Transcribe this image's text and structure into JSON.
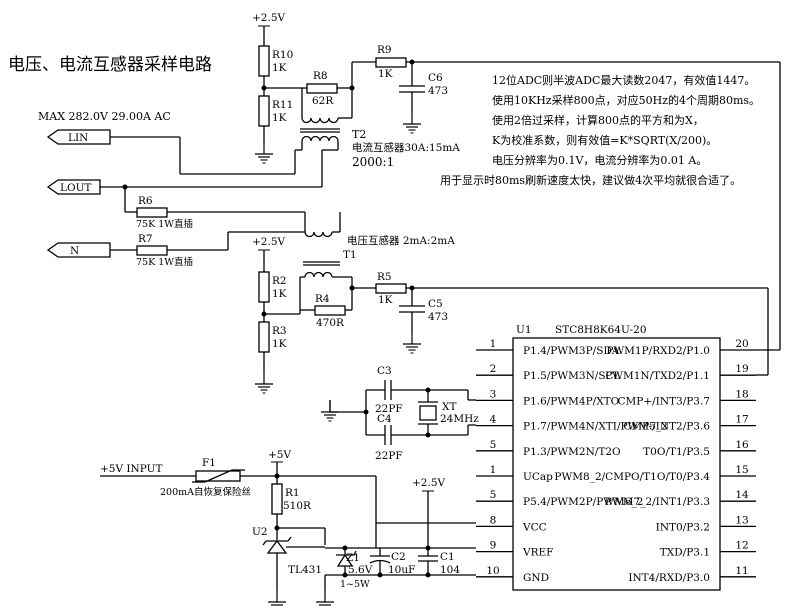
{
  "title": "电压、电流互感器采样电路",
  "max_rating": "MAX 282.0V 29.00A AC",
  "notes": [
    "12位ADC则半波ADC最大读数2047，有效值1447。",
    "使用10KHz采样800点，对应50Hz的4个周期80ms。",
    "使用2倍过采样，计算800点的平方和为X，",
    "K为校准系数，则有效值=K*SQRT(X/200)。",
    "电压分辨率为0.1V，电流分辨率为0.01 A。",
    "用于显示时80ms刷新速度太快，建议做4次平均就很合适了。"
  ],
  "ports": {
    "lin": "LIN",
    "lout": "LOUT",
    "n": "N"
  },
  "supplies": {
    "p25": "+2.5V",
    "p5": "+5V",
    "p5_input": "+5V INPUT"
  },
  "components": {
    "r10": {
      "ref": "R10",
      "value": "1K"
    },
    "r11": {
      "ref": "R11",
      "value": "1K"
    },
    "r8": {
      "ref": "R8",
      "value": "62R"
    },
    "r9": {
      "ref": "R9",
      "value": "1K"
    },
    "c6": {
      "ref": "C6",
      "value": "473"
    },
    "t2": {
      "ref": "T2",
      "desc": "电流互感器30A:15mA",
      "ratio": "2000:1"
    },
    "r6": {
      "ref": "R6",
      "value": "75K 1W直插"
    },
    "r7": {
      "ref": "R7",
      "value": "75K 1W直插"
    },
    "t1": {
      "ref": "T1",
      "desc": "电压互感器 2mA:2mA"
    },
    "r2": {
      "ref": "R2",
      "value": "1K"
    },
    "r3": {
      "ref": "R3",
      "value": "1K"
    },
    "r4": {
      "ref": "R4",
      "value": "470R"
    },
    "r5": {
      "ref": "R5",
      "value": "1K"
    },
    "c5": {
      "ref": "C5",
      "value": "473"
    },
    "c3": {
      "ref": "C3",
      "value": "22PF"
    },
    "c4": {
      "ref": "C4",
      "value": "22PF"
    },
    "xt": {
      "ref": "XT",
      "value": "24MHz"
    },
    "f1": {
      "ref": "F1",
      "value": "200mA自恢复保险丝"
    },
    "r1": {
      "ref": "R1",
      "value": "510R"
    },
    "u2": {
      "ref": "U2",
      "value": "TL431"
    },
    "z1": {
      "ref": "Z1",
      "value": "5.6V",
      "extra": "1~5W"
    },
    "c2": {
      "ref": "C2",
      "value": "10uF"
    },
    "c1": {
      "ref": "C1",
      "value": "104"
    }
  },
  "mcu": {
    "ref": "U1",
    "part": "STC8H8K64U-20",
    "left_pins": [
      {
        "num": "1",
        "name": "P1.4/PWM3P/SDA"
      },
      {
        "num": "2",
        "name": "P1.5/PWM3N/SCL"
      },
      {
        "num": "3",
        "name": "P1.6/PWM4P/XTO"
      },
      {
        "num": "4",
        "name": "P1.7/PWM4N/XTI/PWM5_2"
      },
      {
        "num": "5",
        "name": "P1.3/PWM2N/T2O"
      },
      {
        "num": "1",
        "name": "UCap"
      },
      {
        "num": "5",
        "name": "P5.4/PWM2P/PWM6_2"
      },
      {
        "num": "8",
        "name": "VCC"
      },
      {
        "num": "9",
        "name": "VREF"
      },
      {
        "num": "10",
        "name": "GND"
      }
    ],
    "right_pins": [
      {
        "num": "20",
        "name": "PWM1P/RXD2/P1.0"
      },
      {
        "num": "19",
        "name": "PWM1N/TXD2/P1.1"
      },
      {
        "num": "18",
        "name": "CMP+/INT3/P3.7"
      },
      {
        "num": "17",
        "name": "CMP-/INT2/P3.6"
      },
      {
        "num": "16",
        "name": "T0O/T1/P3.5"
      },
      {
        "num": "15",
        "name": "PWM8_2/CMPO/T1O/T0/P3.4"
      },
      {
        "num": "14",
        "name": "PWM7_2/INT1/P3.3"
      },
      {
        "num": "13",
        "name": "INT0/P3.2"
      },
      {
        "num": "12",
        "name": "TXD/P3.1"
      },
      {
        "num": "11",
        "name": "INT4/RXD/P3.0"
      }
    ]
  }
}
